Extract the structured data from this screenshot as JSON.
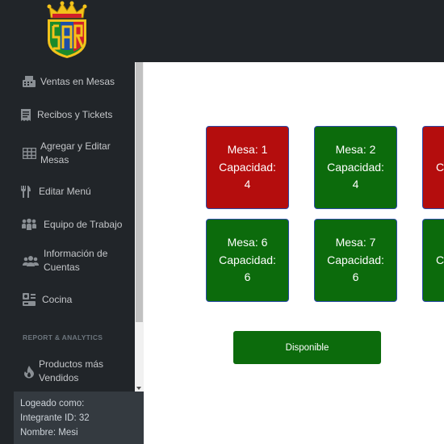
{
  "sidebar": {
    "items": [
      {
        "icon": "cash-register-icon",
        "label": "Ventas en Mesas"
      },
      {
        "icon": "receipt-icon",
        "label": "Recibos y Tickets"
      },
      {
        "icon": "table-grid-icon",
        "label": "Agregar y Editar Mesas"
      },
      {
        "icon": "utensils-icon",
        "label": "Editar Menú"
      },
      {
        "icon": "team-icon",
        "label": "Equipo de Trabajo"
      },
      {
        "icon": "users-icon",
        "label": "Información de Cuentas"
      },
      {
        "icon": "kitchen-icon",
        "label": "Cocina"
      }
    ],
    "section_title": "REPORT & ANALYTICS",
    "report_items": [
      {
        "icon": "fire-icon",
        "label": "Productos más Vendidos"
      }
    ]
  },
  "footer": {
    "logged_as": "Logeado como:",
    "member_id": "Integrante ID: 32",
    "name": "Nombre: Mesi"
  },
  "tables": [
    {
      "line1": "Mesa: 1",
      "line2": "Capacidad:",
      "line3": "4",
      "status": "occupied"
    },
    {
      "line1": "Mesa: 2",
      "line2": "Capacidad:",
      "line3": "4",
      "status": "available"
    },
    {
      "line1": "",
      "line2": "C",
      "line3": "",
      "status": "occupied"
    },
    {
      "line1": "Mesa: 6",
      "line2": "Capacidad:",
      "line3": "6",
      "status": "available"
    },
    {
      "line1": "Mesa: 7",
      "line2": "Capacidad:",
      "line3": "6",
      "status": "available"
    },
    {
      "line1": "",
      "line2": "C",
      "line3": "",
      "status": "available"
    }
  ],
  "legend_button": "Disponible",
  "colors": {
    "occupied": "#b40d0d",
    "available": "#0c6b0c",
    "sidebar": "#212529"
  }
}
